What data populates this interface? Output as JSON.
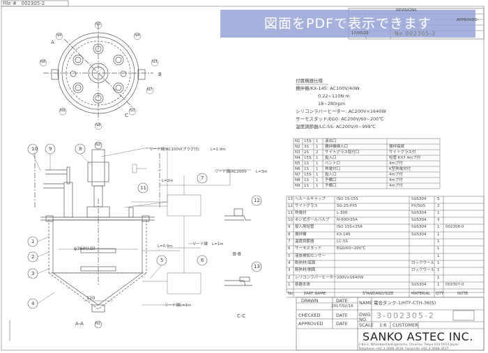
{
  "header": {
    "file_label": "File #",
    "file_no": "002305-2"
  },
  "banner": "図面をPDFで表示できます",
  "revisions": {
    "title": "REVISIONS",
    "approved": "APPROVED",
    "date": "17/05/23",
    "dwg_no": "No.002305-2"
  },
  "notes": {
    "title": "付属機器仕様",
    "lines": [
      "攪拌機/KX-145: AC100V/40W",
      "0.22~110N·m",
      "18~280rpm",
      "シリコンラバーヒーター: AC200V×1640W",
      "サーモスタッド/EG0: AC200V/60~200℃",
      "温度調節器/LC-5S: AC200V/0~999℃"
    ]
  },
  "nozzles": [
    [
      "N1",
      "15S",
      "1",
      "液出口",
      ""
    ],
    [
      "N2",
      "3S",
      "1",
      "攪拌機挿入口",
      "攪拌接続"
    ],
    [
      "N3",
      "2S",
      "2",
      "サイトグラス取付口",
      "サイトグラス付"
    ],
    [
      "N4",
      "15S",
      "1",
      "投入口",
      "短管 KX7 4mブ付"
    ],
    [
      "N5",
      "1S",
      "1",
      "ベント口",
      "4mブ付"
    ],
    [
      "N6",
      "1S",
      "1",
      "熱電対口",
      "K型熱電対付"
    ],
    [
      "N7",
      "15S",
      "1",
      "投入口",
      "4mブ付"
    ],
    [
      "N8",
      "1S",
      "1",
      "予備口",
      "4mブ付"
    ],
    [
      "N9",
      "1S",
      "1",
      "予備口",
      "4mブ付"
    ]
  ],
  "parts": [
    [
      "13",
      "ヘルールキャップ",
      "ISO 1S-15S",
      "SUS304",
      "5",
      ""
    ],
    [
      "12",
      "サイトグラス",
      "SG-2S-PX5",
      "PX/SUS",
      "2",
      ""
    ],
    [
      "11",
      "熱電対",
      "L-300",
      "SUS304",
      "1",
      ""
    ],
    [
      "10",
      "ネジ式ボールバルブ",
      "N-60D/25A",
      "SUS304",
      "3",
      ""
    ],
    [
      "9",
      "投入用短管",
      "ISO 15S×25A",
      "SUS304",
      "1",
      "002308-0"
    ],
    [
      "8",
      "攪拌機",
      "KX-145",
      "SUS304",
      "1",
      ""
    ],
    [
      "7",
      "温度調節器",
      "LC-5S",
      "",
      "1",
      ""
    ],
    [
      "6",
      "サーモスタッド",
      "EG0/60~200℃",
      "",
      "1",
      ""
    ],
    [
      "5",
      "液体検知センサー",
      "",
      "",
      "1",
      ""
    ],
    [
      "4",
      "断熱材/底面",
      "",
      "ロックウール",
      "1",
      ""
    ],
    [
      "3",
      "断熱材/側面",
      "",
      "ロックウール",
      "1",
      ""
    ],
    [
      "2",
      "シリコンラバーヒーター",
      "200V×1640W",
      "",
      "1",
      ""
    ],
    [
      "1",
      "容器本体",
      "",
      "SUS304",
      "1",
      "002307-0"
    ]
  ],
  "parts_header": {
    "no": "No.",
    "name": "PART NAME",
    "std": "STANDARD/SIZE",
    "mat": "MATERIAL",
    "qty": "QTY",
    "note": "NOTE"
  },
  "title_block": {
    "drawn": "DRAWN",
    "date_label": "DATE",
    "date": "2017/02/16",
    "checked": "CHECKED",
    "approved": "APPROVED",
    "name_label": "NAME",
    "name": "電合タンク-1/HTF-CTH-36(S)",
    "dwg_label": "DWG NO.",
    "dwg_no": "3-002305-2",
    "scale_label": "SCALE",
    "scale": "1:6",
    "customer_label": "CUSTOMER",
    "company": "SANKO ASTEC INC.",
    "address": "2-83-3, Nihonbashikakigaracho, Chuo-ku, Tokyo 103-0014 Japan\nTelephone +81-3-3668-3618  Facsimile +81-3-3668-3617"
  },
  "drawing": {
    "nozzle_tags": [
      "N1",
      "N2",
      "N3",
      "N4",
      "N5",
      "N6",
      "N7",
      "N8",
      "N9",
      "N3",
      "N4"
    ],
    "view_labels": [
      "A",
      "B",
      "C",
      "A-A",
      "B-B",
      "C-C"
    ],
    "balloons": [
      "1",
      "2",
      "3",
      "4",
      "5",
      "6",
      "7",
      "8",
      "9",
      "10",
      "11",
      "12",
      "13"
    ],
    "dims": {
      "dia": "φ360(I.D)",
      "bottom": "120",
      "l2m": "L=2m",
      "l09": "L=0.9m",
      "l1a": "L=1m",
      "l1b": "L=1m",
      "l19": "L=1.9m",
      "l3m": "L=3m"
    },
    "cables": {
      "c1": "リード線/AC100V(プラグ付)",
      "c2": "リード線/AC200V",
      "c3": "リード線",
      "c4": "リード線",
      "c5": "リード線/L=1m"
    }
  }
}
